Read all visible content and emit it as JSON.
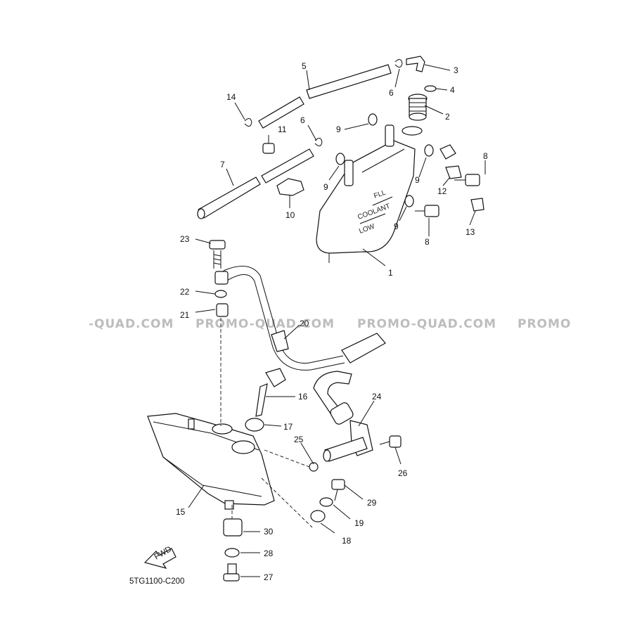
{
  "watermarks": [
    "-QUAD.COM",
    "PROMO-QUAD.COM",
    "PROMO-QUAD.COM",
    "PROMO"
  ],
  "diagram_code": "5TG1100-C200",
  "fwd_label": "FWD",
  "tank_labels": {
    "full": "FLL",
    "coolant": "COOLANT",
    "low": "LOW"
  },
  "callouts": [
    "1",
    "2",
    "3",
    "4",
    "5",
    "6",
    "6",
    "7",
    "8",
    "8",
    "9",
    "9",
    "9",
    "9",
    "10",
    "11",
    "12",
    "13",
    "14",
    "15",
    "16",
    "17",
    "18",
    "19",
    "20",
    "21",
    "22",
    "23",
    "24",
    "25",
    "26",
    "27",
    "28",
    "29",
    "30"
  ]
}
